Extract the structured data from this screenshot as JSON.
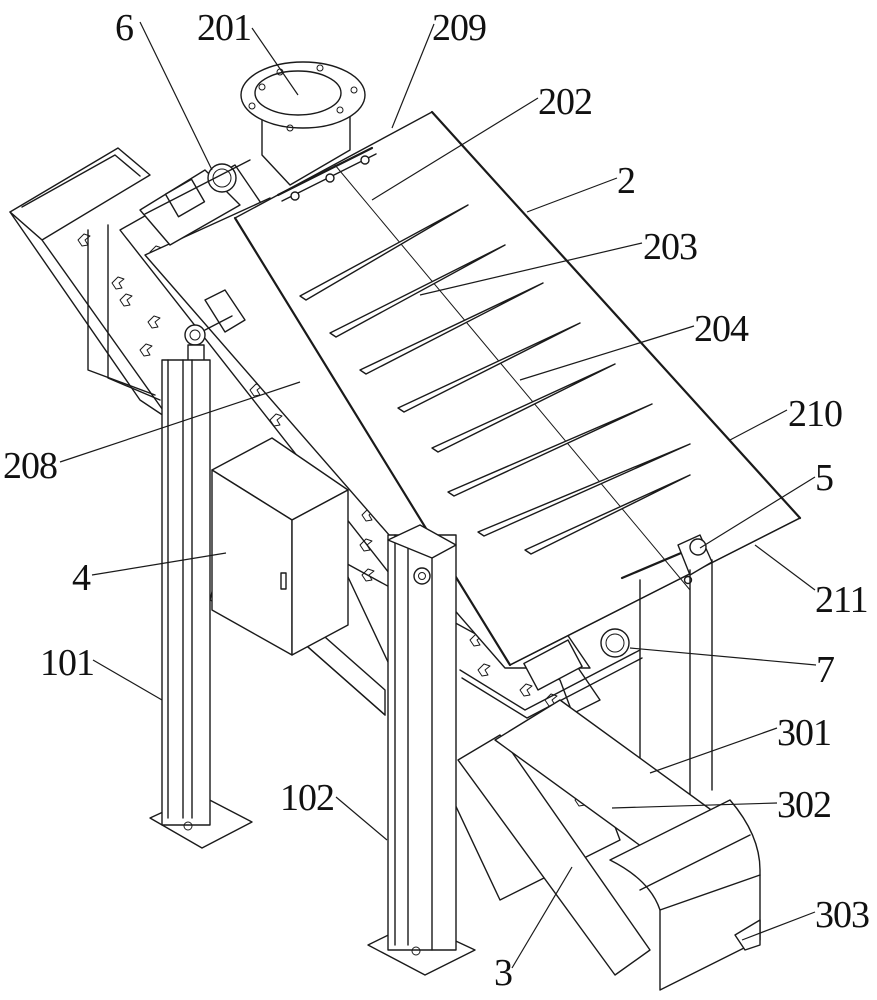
{
  "figure": {
    "colors": {
      "line": "#1a1a1a",
      "background": "#ffffff",
      "label": "#111111"
    },
    "labels": {
      "l6": "6",
      "l201": "201",
      "l209": "209",
      "l202": "202",
      "l2": "2",
      "l203": "203",
      "l204": "204",
      "l208": "208",
      "l210": "210",
      "l5": "5",
      "l211": "211",
      "l4": "4",
      "l101": "101",
      "l7": "7",
      "l301": "301",
      "l302": "302",
      "l102": "102",
      "l303": "303",
      "l3": "3"
    }
  }
}
